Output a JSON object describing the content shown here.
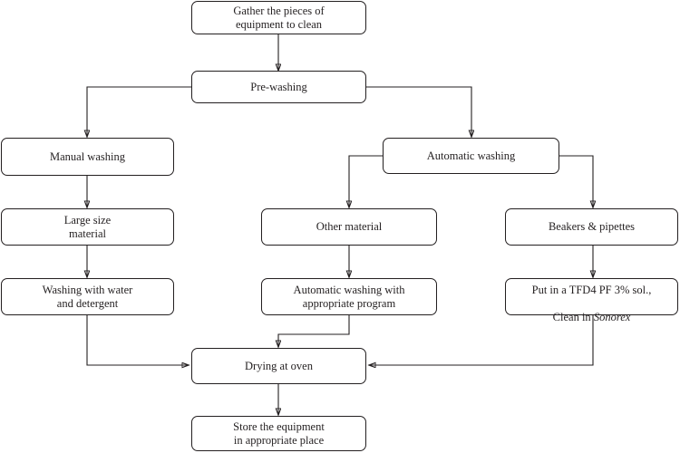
{
  "diagram": {
    "title": "Laboratory equipment cleaning procedure flowchart",
    "background_color": "#ffffff",
    "line_color": "#231f20",
    "text_color": "#231f20",
    "nodes": [
      {
        "id": "gather",
        "label": "Gather the pieces of\nequipment to clean"
      },
      {
        "id": "prewashing",
        "label": "Pre-washing"
      },
      {
        "id": "manual",
        "label": "Manual washing"
      },
      {
        "id": "automatic",
        "label": "Automatic washing"
      },
      {
        "id": "large",
        "label": "Large size\nmaterial"
      },
      {
        "id": "other",
        "label": "Other material"
      },
      {
        "id": "beakers",
        "label": "Beakers & pipettes"
      },
      {
        "id": "waterdet",
        "label": "Washing with water\nand detergent"
      },
      {
        "id": "autoprogram",
        "label": "Automatic washing with\nappropriate program"
      },
      {
        "id": "tfd4_line1",
        "label": "Put in a TFD4 PF 3% sol.,"
      },
      {
        "id": "tfd4_line2a",
        "label": "Clean in "
      },
      {
        "id": "tfd4_line2b",
        "label": "Sonorex"
      },
      {
        "id": "drying",
        "label": "Drying at oven"
      },
      {
        "id": "store",
        "label": "Store the equipment\nin appropriate place"
      }
    ],
    "edges": [
      {
        "from": "gather",
        "to": "prewashing"
      },
      {
        "from": "prewashing",
        "to": "manual"
      },
      {
        "from": "prewashing",
        "to": "automatic"
      },
      {
        "from": "manual",
        "to": "large"
      },
      {
        "from": "automatic",
        "to": "other"
      },
      {
        "from": "automatic",
        "to": "beakers"
      },
      {
        "from": "large",
        "to": "waterdet"
      },
      {
        "from": "other",
        "to": "autoprogram"
      },
      {
        "from": "beakers",
        "to": "tfd4"
      },
      {
        "from": "waterdet",
        "to": "drying"
      },
      {
        "from": "autoprogram",
        "to": "drying"
      },
      {
        "from": "tfd4",
        "to": "drying"
      },
      {
        "from": "drying",
        "to": "store"
      }
    ]
  }
}
